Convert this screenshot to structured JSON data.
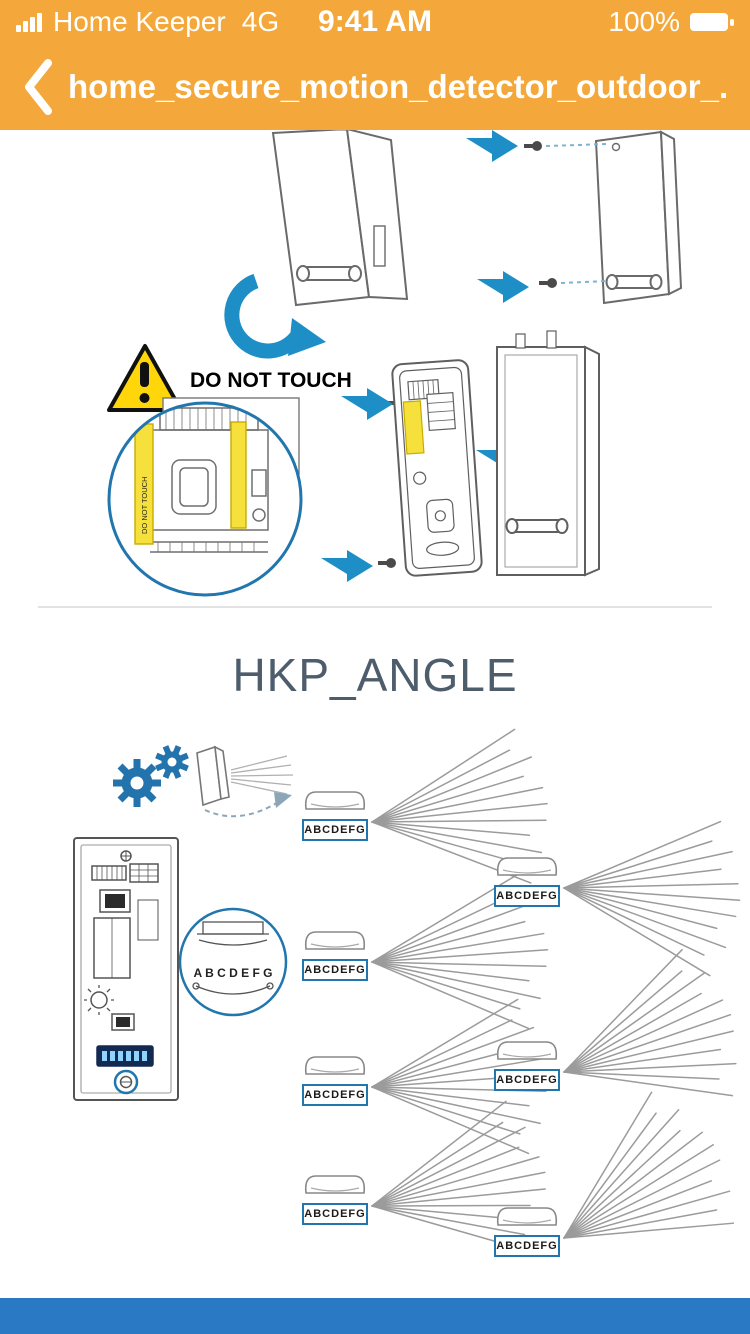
{
  "status_bar": {
    "carrier": "Home Keeper",
    "network": "4G",
    "time": "9:41 AM",
    "battery": "100%"
  },
  "nav": {
    "title": "home_secure_motion_detector_outdoor_..."
  },
  "doc": {
    "warning_label": "DO NOT TOUCH",
    "circle_warning_label": "DO NOT TOUCH"
  },
  "angle": {
    "title": "HKP_ANGLE",
    "beam_label": "ABCDEFG",
    "zoom_letters": "A B C D E F G"
  },
  "colors": {
    "header_yellow": "#F4A83B",
    "arrow_blue": "#1E8FC6",
    "accent_blue": "#2176AE",
    "warning_yellow": "#FFD60A",
    "highlight_yellow": "#F6E13C",
    "title_gray": "#4D5D6B",
    "footer_blue": "#2A79C5"
  }
}
